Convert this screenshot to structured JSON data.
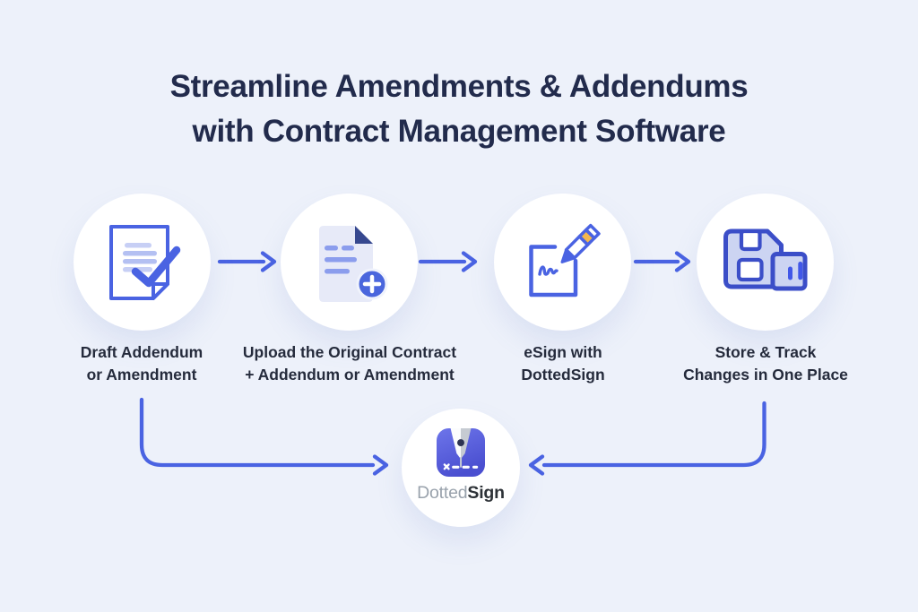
{
  "title": {
    "lines": [
      "Streamline Amendments & Addendums",
      "with Contract Management Software"
    ]
  },
  "steps": [
    {
      "icon": "document-check-icon",
      "lines": [
        "Draft Addendum",
        "or Amendment"
      ]
    },
    {
      "icon": "document-add-icon",
      "lines": [
        "Upload the Original Contract",
        "+ Addendum or Amendment"
      ]
    },
    {
      "icon": "esign-pencil-icon",
      "lines": [
        "eSign with",
        "DottedSign"
      ]
    },
    {
      "icon": "floppy-disk-save-icon",
      "lines": [
        "Store & Track",
        "Changes in One Place"
      ]
    }
  ],
  "logo": {
    "icon": "dottedsign-app-icon",
    "brand": {
      "first": "Dotted",
      "second": "Sign"
    }
  },
  "colors": {
    "bg": "#edf1fa",
    "accent": "#4a63e2",
    "accent_dark": "#3b4ec8",
    "title": "#222b4c",
    "label": "#252b3c",
    "doc_fill": "#e7eaf8",
    "fold_navy": "#36488f",
    "line_light": "#b4c0f2",
    "line_lighter": "#c7cff5",
    "line_mid": "#8b9ded",
    "plus_blue": "#4a66dd",
    "lavender": "#ccd4f2",
    "bar_blue": "#4157e8",
    "yellow": "#f4b64e",
    "brand_gray": "#99a2ac",
    "brand_dark": "#2d3237",
    "logo_grad_top": "#6d75ea",
    "logo_grad_bottom": "#4a4fd0",
    "nib_gray": "#c6cbd2",
    "nib_dot": "#2c3352"
  }
}
